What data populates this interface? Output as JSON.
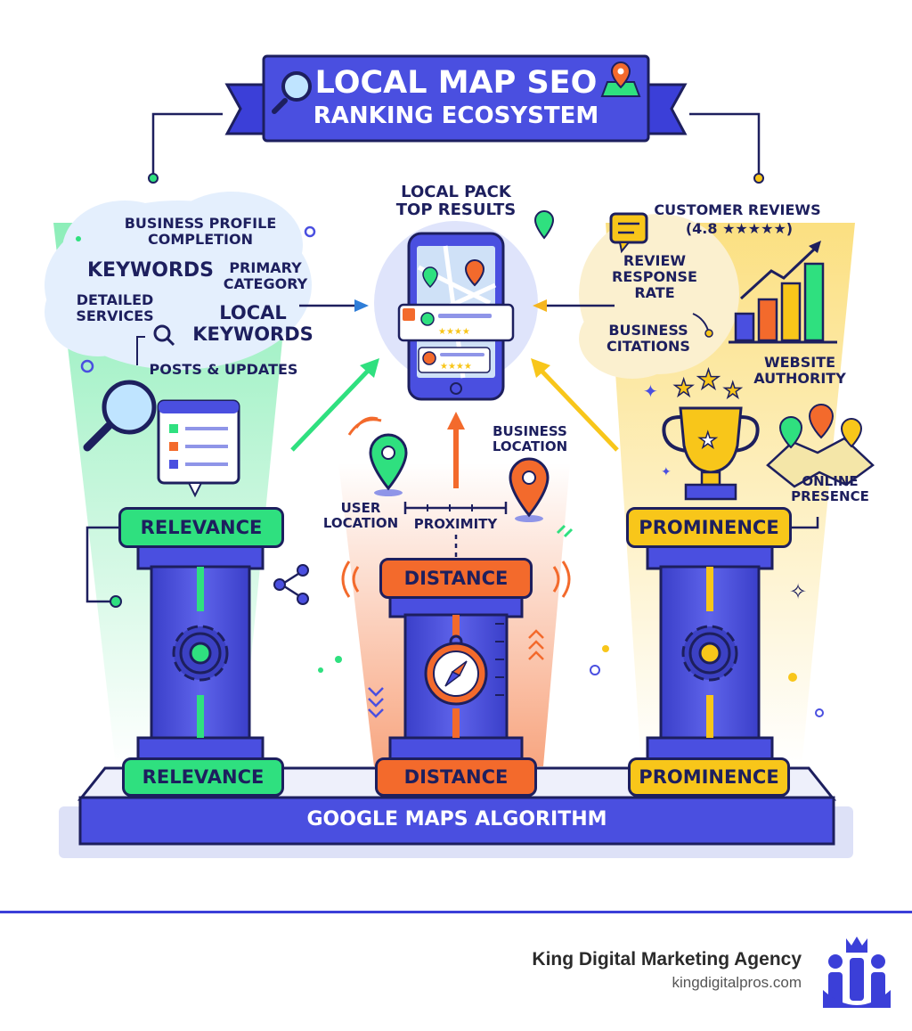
{
  "title": {
    "line1": "LOCAL MAP SEO",
    "line2": "RANKING ECOSYSTEM"
  },
  "center": {
    "local_pack": "LOCAL PACK\nTOP RESULTS",
    "business_location": "BUSINESS\nLOCATION",
    "user_location": "USER\nLOCATION",
    "proximity": "PROXIMITY",
    "distance_pill": "DISTANCE"
  },
  "relevance": {
    "pill": "RELEVANCE",
    "items": {
      "profile": "BUSINESS PROFILE\nCOMPLETION",
      "keywords": "KEYWORDS",
      "primary_category": "PRIMARY\nCATEGORY",
      "detailed_services": "DETAILED\nSERVICES",
      "local_keywords": "LOCAL\nKEYWORDS",
      "posts": "POSTS & UPDATES"
    }
  },
  "prominence": {
    "pill": "PROMINENCE",
    "items": {
      "reviews": "CUSTOMER REVIEWS",
      "rating": "(4.8 ★★★★★)",
      "response_rate": "REVIEW\nRESPONSE\nRATE",
      "citations": "BUSINESS\nCITATIONS",
      "authority": "WEBSITE\nAUTHORITY",
      "presence": "ONLINE\nPRESENCE"
    }
  },
  "base": {
    "relevance": "RELEVANCE",
    "distance": "DISTANCE",
    "prominence": "PROMINENCE",
    "algorithm": "GOOGLE MAPS ALGORITHM"
  },
  "footer": {
    "agency": "King Digital Marketing Agency",
    "url": "kingdigitalpros.com"
  },
  "colors": {
    "navy": "#1d1f5e",
    "blue": "#4a4fe0",
    "green": "#2fe07f",
    "orange": "#f36a2c",
    "yellow": "#f8c61a"
  },
  "icons": [
    "magnifier-icon",
    "map-pin-icon",
    "smartphone-icon",
    "gear-icon",
    "compass-icon",
    "trophy-icon",
    "bar-chart-icon",
    "review-bubble-icon",
    "share-icon",
    "folded-map-icon",
    "crown-logo-icon"
  ]
}
